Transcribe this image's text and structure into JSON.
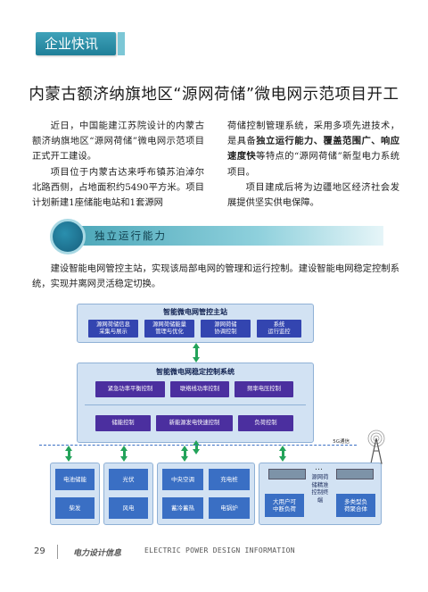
{
  "section_tag": "企业快讯",
  "headline": "内蒙古额济纳旗地区“源网荷储”微电网示范项目开工",
  "col1": {
    "p1": "近日，中国能建江苏院设计的内蒙古额济纳旗地区“源网荷储”微电网示范项目正式开工建设。",
    "p2": "项目位于内蒙古达来呼布镇苏泊淖尔北路西侧，占地面积约5490平方米。项目计划新建1座储能电站和1套源网"
  },
  "col2": {
    "p1_a": "荷储控制管理系统，采用多项先进技术，是具备",
    "p1_b": "独立运行能力、覆盖范围广、响应速度快",
    "p1_c": "等特点的“源网荷储”新型电力系统项目。",
    "p2": "项目建成后将为边疆地区经济社会发展提供坚实供电保障。"
  },
  "banner": "独立运行能力",
  "para2": "建设智能电网管控主站，实现该局部电网的管理和运行控制。建设智能电网稳定控制系统，实现并离网灵活稳定切换。",
  "diagram": {
    "top_title": "智能微电网管控主站",
    "top_items": [
      "源网荷储信息\n采集与展示",
      "源网荷储能量\n管理与优化",
      "源网荷储\n协调控制",
      "系统\n运行监控"
    ],
    "mid_title": "智能微电网稳定控制系统",
    "mid_row1": [
      "紧急功率平衡控制",
      "联络线功率控制",
      "频率电压控制"
    ],
    "mid_row2": [
      "储能控制",
      "新能源发电快速控制",
      "负荷控制"
    ],
    "comm_label": "5G通信",
    "panel1": [
      "电池储能",
      "柴发"
    ],
    "panel2": [
      "光伏",
      "风电"
    ],
    "panel3": [
      "中央空调",
      "充电桩",
      "蓄冷蓄热",
      "电锅炉"
    ],
    "panel4_left": "大用户可\n中断负荷",
    "panel4_mid": "源网荷\n储精准\n控制终\n端",
    "panel4_right": "多类型负\n荷聚合体",
    "ellipsis": "…"
  },
  "footer": {
    "page": "29",
    "journal_cn": "电力设计信息",
    "journal_en": "ELECTRIC POWER DESIGN INFORMATION"
  },
  "colors": {
    "accent": "#1f7f98",
    "diagram_blue": "#3345b0",
    "arrow_green": "#23a35a"
  }
}
